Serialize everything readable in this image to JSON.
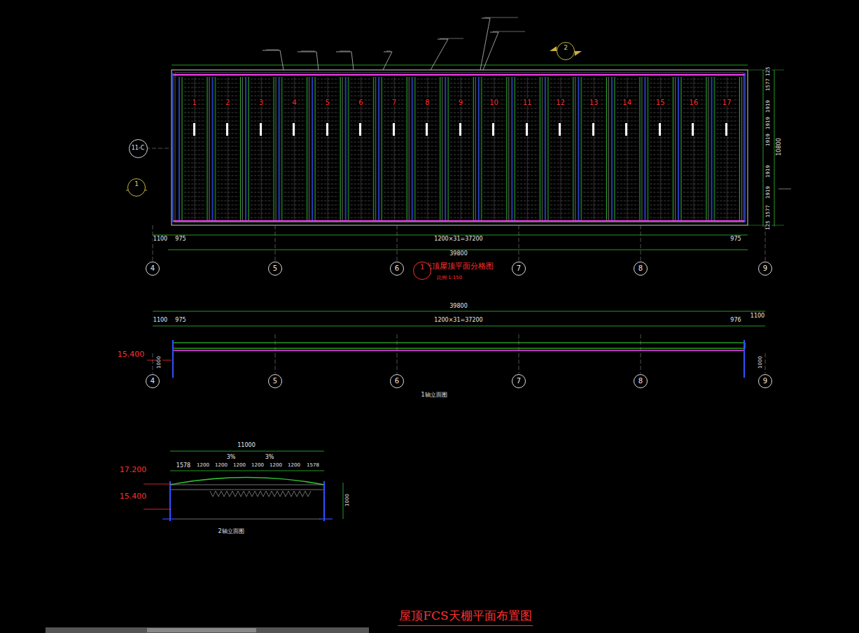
{
  "diagram": {
    "title": "屋顶FCS天棚平面布置图",
    "nodes": [
      {
        "text": [
          "2"
        ]
      },
      {
        "text": [
          "11-C"
        ]
      },
      {
        "text": [
          "1"
        ]
      },
      {
        "text": [
          "4"
        ]
      },
      {
        "text": [
          "5"
        ]
      },
      {
        "text": [
          "6"
        ]
      },
      {
        "text": [
          "7"
        ]
      },
      {
        "text": [
          "8"
        ]
      },
      {
        "text": [
          "9"
        ]
      },
      {
        "text": [
          "1"
        ]
      },
      {
        "text": [
          "4"
        ]
      },
      {
        "text": [
          "5"
        ]
      },
      {
        "text": [
          "6"
        ]
      },
      {
        "text": [
          "7"
        ]
      },
      {
        "text": [
          "8"
        ]
      },
      {
        "text": [
          "9"
        ]
      }
    ],
    "labels": [
      "采光顶屋顶平面分格图",
      "比例 1:150",
      "1",
      "2",
      "3",
      "4",
      "5",
      "6",
      "7",
      "8",
      "9",
      "10",
      "11",
      "12",
      "13",
      "14",
      "15",
      "16",
      "17",
      "1100",
      "975",
      "1200×31=37200",
      "975",
      "39800",
      "125",
      "1577",
      "1919",
      "1919",
      "1919",
      "1919",
      "1919",
      "1577",
      "125",
      "10800",
      "39800",
      "1100",
      "975",
      "1200×31=37200",
      "976",
      "1100",
      "15.400",
      "1000",
      "1000",
      "1轴立面图",
      "11000",
      "3%",
      "3%",
      "1578",
      "1200",
      "1200",
      "1200",
      "1200",
      "1200",
      "1200",
      "1578",
      "17.200",
      "15.400",
      "2轴立面图",
      "1000"
    ]
  }
}
